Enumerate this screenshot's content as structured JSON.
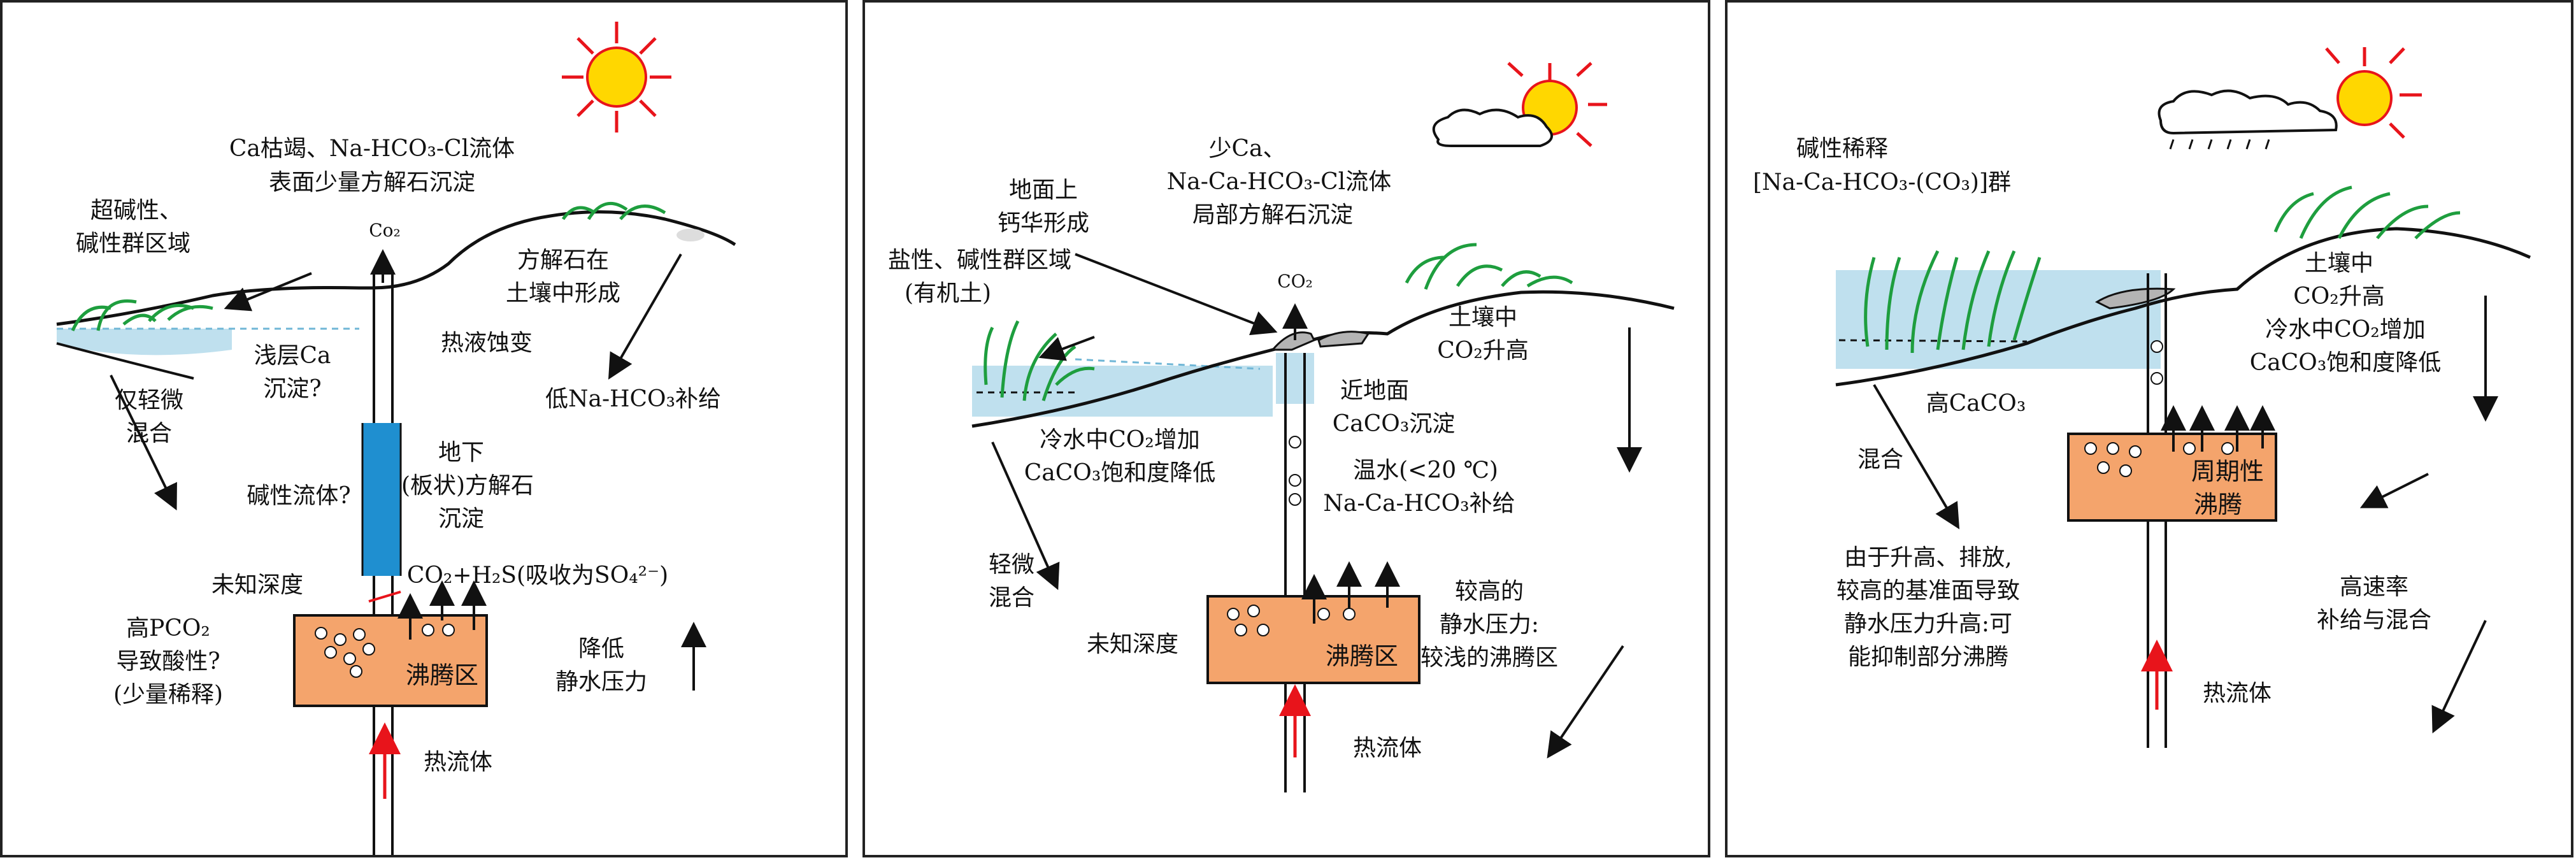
{
  "panel_a": {
    "depletion_title": "Ca枯竭、Na-HCO₃-Cl流体",
    "surface_calcite": "表面少量方解石沉淀",
    "alkaline_zone_1": "超碱性、",
    "alkaline_zone_2": "碱性群区域",
    "co2": "Co₂",
    "calcite_soil_1": "方解石在",
    "calcite_soil_2": "土壤中形成",
    "shallow_ca_1": "浅层Ca",
    "shallow_ca_2": "沉淀?",
    "hydrothermal_alteration": "热液蚀变",
    "low_na_recharge": "低Na-HCO₃补给",
    "slight_mix_1": "仅轻微",
    "slight_mix_2": "混合",
    "underground_1": "地下",
    "underground_2": "(板状)方解石",
    "underground_3": "沉淀",
    "alkaline_fluid": "碱性流体?",
    "unknown_depth": "未知深度",
    "gas": "CO₂+H₂S(吸收为SO₄²⁻)",
    "high_pco2_1": "高PCO₂",
    "high_pco2_2": "导致酸性?",
    "high_pco2_3": "(少量稀释)",
    "boiling_zone": "沸腾区",
    "lower_pressure_1": "降低",
    "lower_pressure_2": "静水压力",
    "thermal_fluid": "热流体"
  },
  "panel_b": {
    "low_ca": "少Ca、",
    "fluid": "Na-Ca-HCO₃-Cl流体",
    "local_calcite": "局部方解石沉淀",
    "sinter_1": "地面上",
    "sinter_2": "钙华形成",
    "saline_1": "盐性、碱性群区域",
    "saline_2": "(有机土)",
    "co2": "CO₂",
    "soil_co2_1": "土壤中",
    "soil_co2_2": "CO₂升高",
    "near_surface_1": "近地面",
    "near_surface_2": "CaCO₃沉淀",
    "cold_water_1": "冷水中CO₂增加",
    "cold_water_2": "CaCO₃饱和度降低",
    "warm_water_1": "温水(<20 ℃)",
    "warm_water_2": "Na-Ca-HCO₃补给",
    "slight_mix_1": "轻微",
    "slight_mix_2": "混合",
    "higher_pressure_1": "较高的",
    "higher_pressure_2": "静水压力:",
    "higher_pressure_3": "较浅的沸腾区",
    "unknown_depth": "未知深度",
    "boiling_zone": "沸腾区",
    "thermal_fluid": "热流体"
  },
  "panel_c": {
    "alkaline_dilution": "碱性稀释",
    "group": "[Na-Ca-HCO₃-(CO₃)]群",
    "soil_co2_1": "土壤中",
    "soil_co2_2": "CO₂升高",
    "cold_water_1": "冷水中CO₂增加",
    "cold_water_2": "CaCO₃饱和度降低",
    "high_caco3": "高CaCO₃",
    "mixing": "混合",
    "periodic_1": "周期性",
    "periodic_2": "沸腾",
    "desc_1": "由于升高、排放,",
    "desc_2": "较高的基准面导致",
    "desc_3": "静水压力升高:可",
    "desc_4": "能抑制部分沸腾",
    "high_rate_1": "高速率",
    "high_rate_2": "补给与混合",
    "thermal_fluid": "热流体"
  },
  "colors": {
    "sun": "#FFD700",
    "sun_rays": "#E8141B",
    "water": "#BFE0EE",
    "vein": "#1F8FD0",
    "boiling_zone": "#F4A46C",
    "grass": "#1E9E3E",
    "sinter": "#B4B4B4",
    "thermal_arrow": "#E8141B"
  }
}
